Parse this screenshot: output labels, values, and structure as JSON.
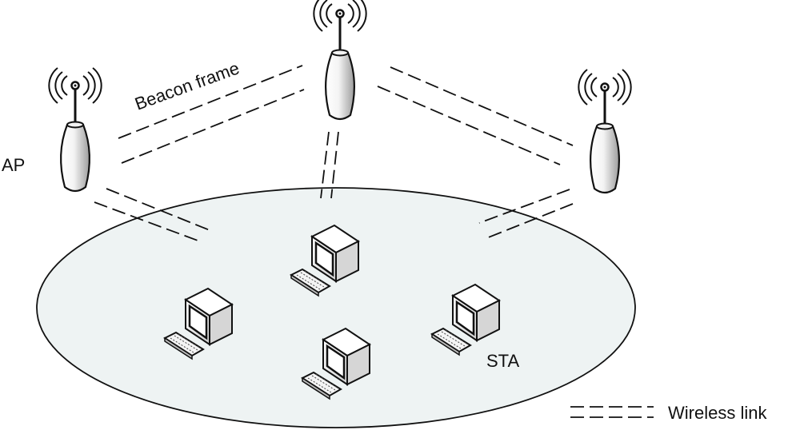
{
  "labels": {
    "ap": "AP",
    "beacon": "Beacon frame",
    "sta": "STA",
    "legend": "Wireless link"
  },
  "nodes": {
    "access_points": 3,
    "stations": 4
  },
  "colors": {
    "area_fill": "#eef3f3",
    "line": "#111111"
  },
  "icons": [
    "antenna-icon",
    "computer-icon",
    "keyboard-icon"
  ]
}
